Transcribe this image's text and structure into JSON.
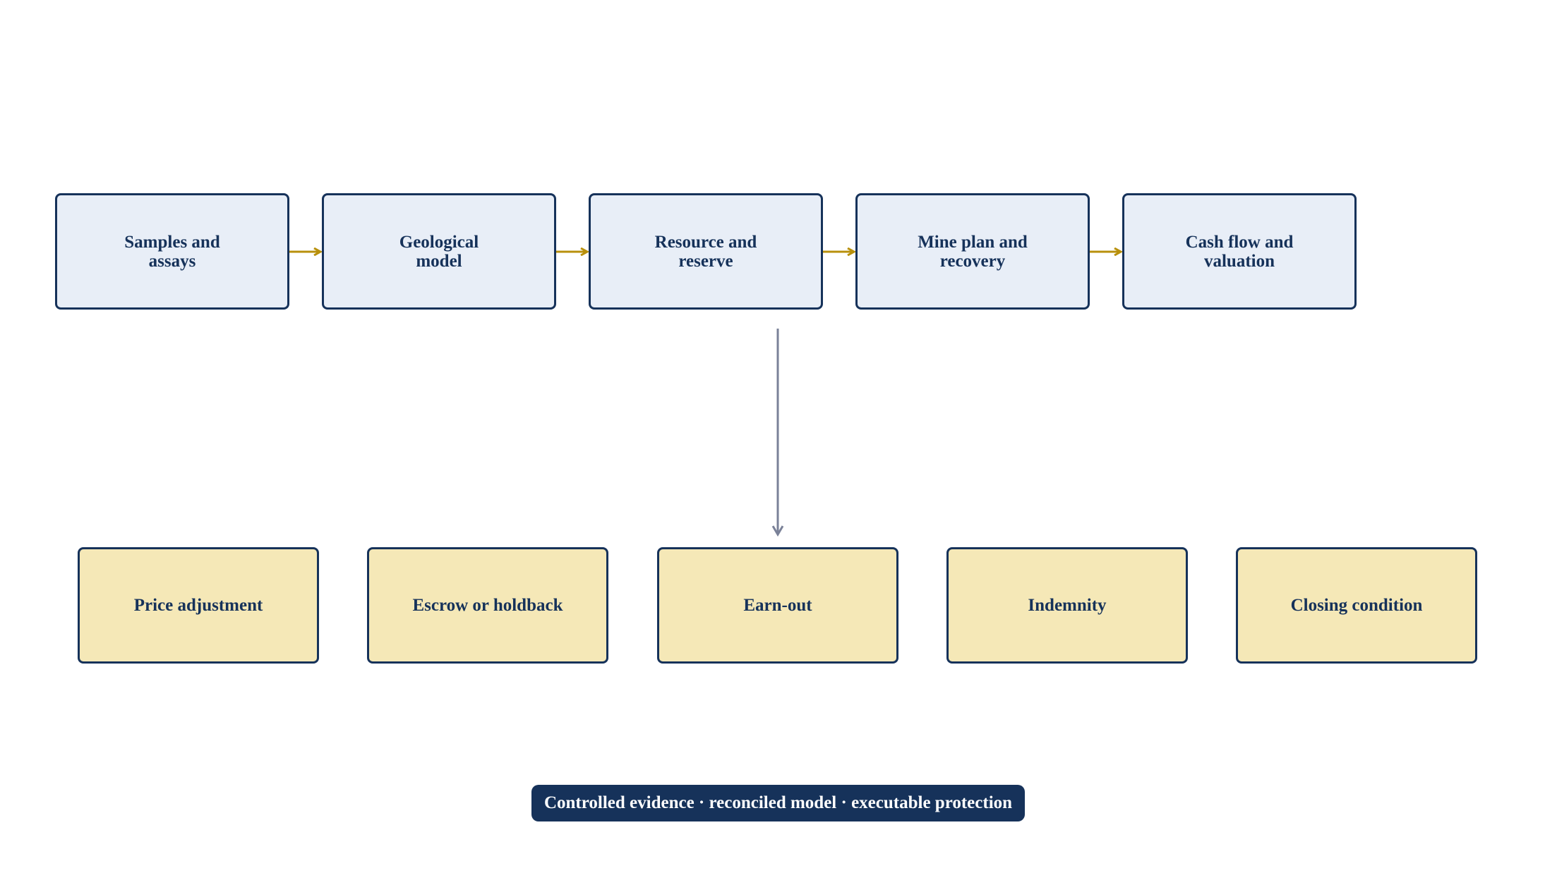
{
  "stages": [
    {
      "label": "Samples and\nassays"
    },
    {
      "label": "Geological\nmodel"
    },
    {
      "label": "Resource and\nreserve"
    },
    {
      "label": "Mine plan and\nrecovery"
    },
    {
      "label": "Cash flow and\nvaluation"
    }
  ],
  "outcomes": [
    {
      "label": "Price adjustment"
    },
    {
      "label": "Escrow or holdback"
    },
    {
      "label": "Earn-out"
    },
    {
      "label": "Indemnity"
    },
    {
      "label": "Closing condition"
    }
  ],
  "banner": {
    "text": "Controlled evidence · reconciled model · executable protection"
  },
  "colors": {
    "navy": "#16325a",
    "stage_fill": "#e8eef7",
    "outcome_fill": "#f5e8b7",
    "flow_arrow": "#b8900c",
    "down_arrow": "#7a8198"
  }
}
